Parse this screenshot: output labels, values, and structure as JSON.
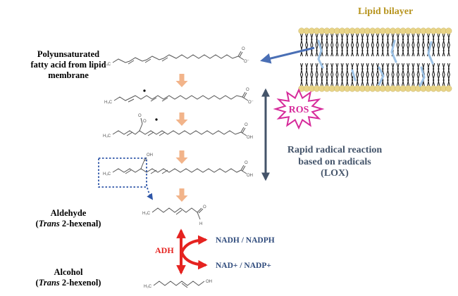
{
  "bilayer": {
    "title": "Lipid bilayer"
  },
  "left_labels": {
    "pufa": [
      "Polyunsaturated",
      "fatty acid from lipid",
      "membrane"
    ],
    "aldehyde_title": "Aldehyde",
    "aldehyde_trans": "Trans",
    "aldehyde_name": " 2-hexenal)",
    "alcohol_title": "Alcohol",
    "alcohol_trans": "Trans",
    "alcohol_name": " 2-hexenol)",
    "open_paren": "("
  },
  "ros": {
    "label": "ROS"
  },
  "reaction": {
    "lines": [
      "Rapid radical reaction",
      "based on radicals",
      "(LOX)"
    ]
  },
  "enzyme": {
    "name": "ADH",
    "cofactor_out": "NADH / NADPH",
    "cofactor_in": "NAD+ / NADP+"
  },
  "chem": {
    "methyl": "H₃C",
    "o": "O",
    "oh": "OH",
    "h": "H",
    "o_minus": "O⁻"
  },
  "colors": {
    "arrow_step": "#f2b48a",
    "bilayer_head": "#e8d488",
    "bilayer_title": "#b7941e",
    "arrow_blue": "#4a6fb5",
    "ros_magenta": "#d62a9a",
    "reaction_text": "#44546a",
    "adh_red": "#e52320",
    "cofactor_text": "#2f4b7c",
    "dotted_blue": "#2e56a8"
  }
}
